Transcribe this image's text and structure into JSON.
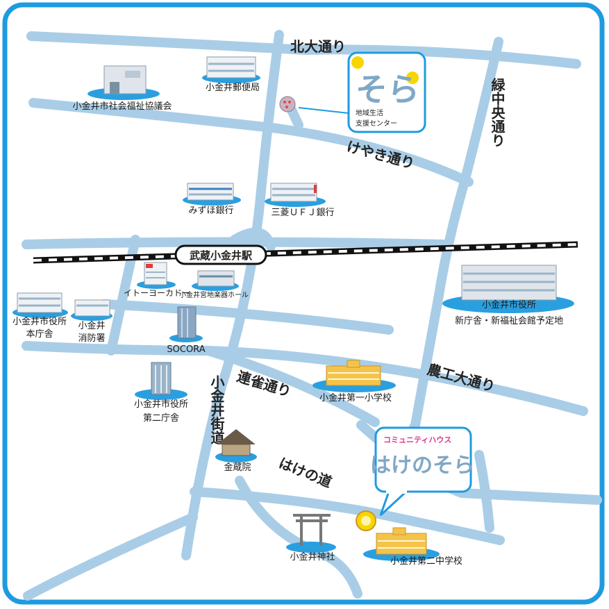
{
  "colors": {
    "frame": "#1e9be0",
    "road": "#a9cde6",
    "pond": "#2a9fe0",
    "building": "#9ab4c9",
    "school": "#f4c44a",
    "sun": "#f7d600",
    "sora_text": "#7fa8c6"
  },
  "roads": {
    "kita_odori": "北大通り",
    "keyaki_dori": "けやき通り",
    "midori_chuo_dori": "緑中央通り",
    "rensaku_dori": "連雀通り",
    "noko_dai_dori": "農工大通り",
    "koganei_kaido": "小金井街道",
    "hake_no_michi": "はけの道"
  },
  "station": "武蔵小金井駅",
  "landmarks": {
    "shakyo": "小金井市社会福祉協議会",
    "post_office": "小金井郵便局",
    "mizuho": "みずほ銀行",
    "mufg": "三菱ＵＦＪ銀行",
    "ito_yokado": "イトーヨーカドー",
    "hall": "小金井宮地楽器ホール",
    "city_main_line1": "小金井市役所",
    "city_main_line2": "本庁舎",
    "fire_line1": "小金井",
    "fire_line2": "消防署",
    "socora": "SOCORA",
    "city_new_line1": "小金井市役所",
    "city_new_line2": "新庁舎・新福祉会館予定地",
    "school1": "小金井第一小学校",
    "city_second_line1": "小金井市役所",
    "city_second_line2": "第二庁舎",
    "konzoin": "金蔵院",
    "shrine": "小金井神社",
    "school2": "小金井第二中学校"
  },
  "callouts": {
    "sora_logo": "そら",
    "sora_sub1": "地域生活",
    "sora_sub2": "支援センター",
    "community_caption": "コミュニティハウス",
    "community_title": "はけのそら"
  },
  "icons": [
    "sora-pin-icon",
    "community-sun-pin-icon",
    "torii-icon",
    "temple-icon"
  ]
}
